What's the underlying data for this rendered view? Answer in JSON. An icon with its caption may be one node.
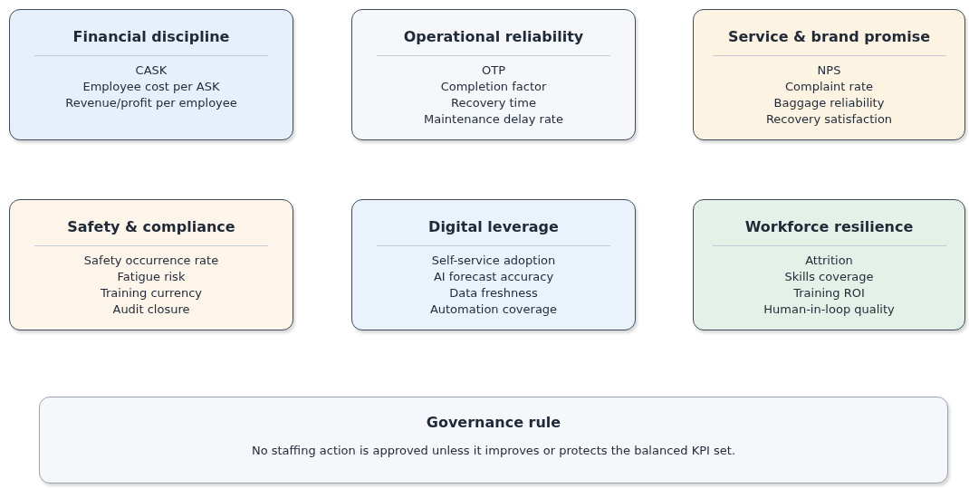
{
  "diagram": {
    "nodes": [
      {
        "text": [
          "Financial discipline",
          "CASK",
          "Employee cost per ASK",
          "Revenue/profit per employee"
        ]
      },
      {
        "text": [
          "Operational reliability",
          "OTP",
          "Completion factor",
          "Recovery time",
          "Maintenance delay rate"
        ]
      },
      {
        "text": [
          "Service & brand promise",
          "NPS",
          "Complaint rate",
          "Baggage reliability",
          "Recovery satisfaction"
        ]
      },
      {
        "text": [
          "Safety & compliance",
          "Safety occurrence rate",
          "Fatigue risk",
          "Training currency",
          "Audit closure"
        ]
      },
      {
        "text": [
          "Digital leverage",
          "Self-service adoption",
          "AI forecast accuracy",
          "Data freshness",
          "Automation coverage"
        ]
      },
      {
        "text": [
          "Workforce resilience",
          "Attrition",
          "Skills coverage",
          "Training ROI",
          "Human-in-loop quality"
        ]
      },
      {
        "text": [
          "Governance rule",
          "No staffing action is approved unless it improves or protects the balanced KPI set."
        ]
      }
    ]
  }
}
